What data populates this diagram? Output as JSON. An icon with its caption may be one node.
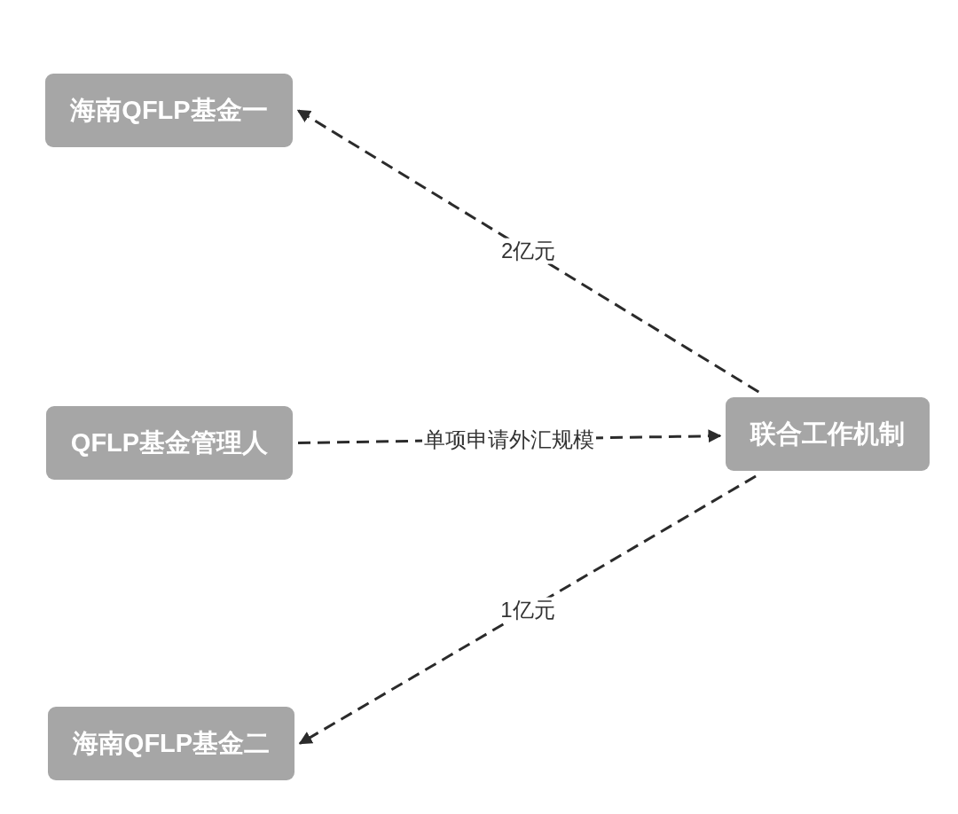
{
  "diagram": {
    "nodes": [
      {
        "text": [
          "海南QFLP基金一"
        ]
      },
      {
        "text": [
          "QFLP基金管理人"
        ]
      },
      {
        "text": [
          "联合工作机制"
        ]
      },
      {
        "text": [
          "海南QFLP基金二"
        ]
      }
    ],
    "edges": [
      {
        "from": 2,
        "to": 0,
        "arrow": "to",
        "label": "2亿元",
        "style": "dashed"
      },
      {
        "from": 1,
        "to": 2,
        "arrow": "to",
        "label": "单项申请外汇规模",
        "style": "dashed"
      },
      {
        "from": 2,
        "to": 3,
        "arrow": "to",
        "label": "1亿元",
        "style": "dashed"
      }
    ]
  }
}
